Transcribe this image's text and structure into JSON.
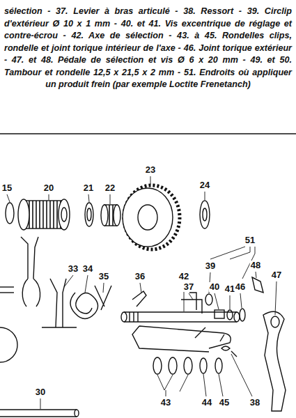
{
  "diagram": {
    "caption": "sélection - 37. Levier à bras articulé - 38. Ressort - 39. Circlip d'extérieur Ø 10 x 1 mm - 40. et 41. Vis excentrique de réglage et contre-écrou - 42. Axe de sélection - 43. à 45. Rondelles clips, rondelle et joint torique intérieur de l'axe - 46. Joint torique extérieur - 47. et 48. Pédale de sélection et vis Ø 6 x 20 mm - 49. et 50. Tambour et rondelle 12,5 x 21,5 x 2 mm - 51. Endroits où appliquer un produit frein (par exemple Loctite Frenetanch)",
    "labels": [
      "15",
      "20",
      "21",
      "22",
      "23",
      "24",
      "51",
      "39",
      "48",
      "33",
      "34",
      "35",
      "36",
      "42",
      "37",
      "40",
      "41",
      "46",
      "47",
      "43",
      "44",
      "45",
      "38",
      "30"
    ]
  }
}
